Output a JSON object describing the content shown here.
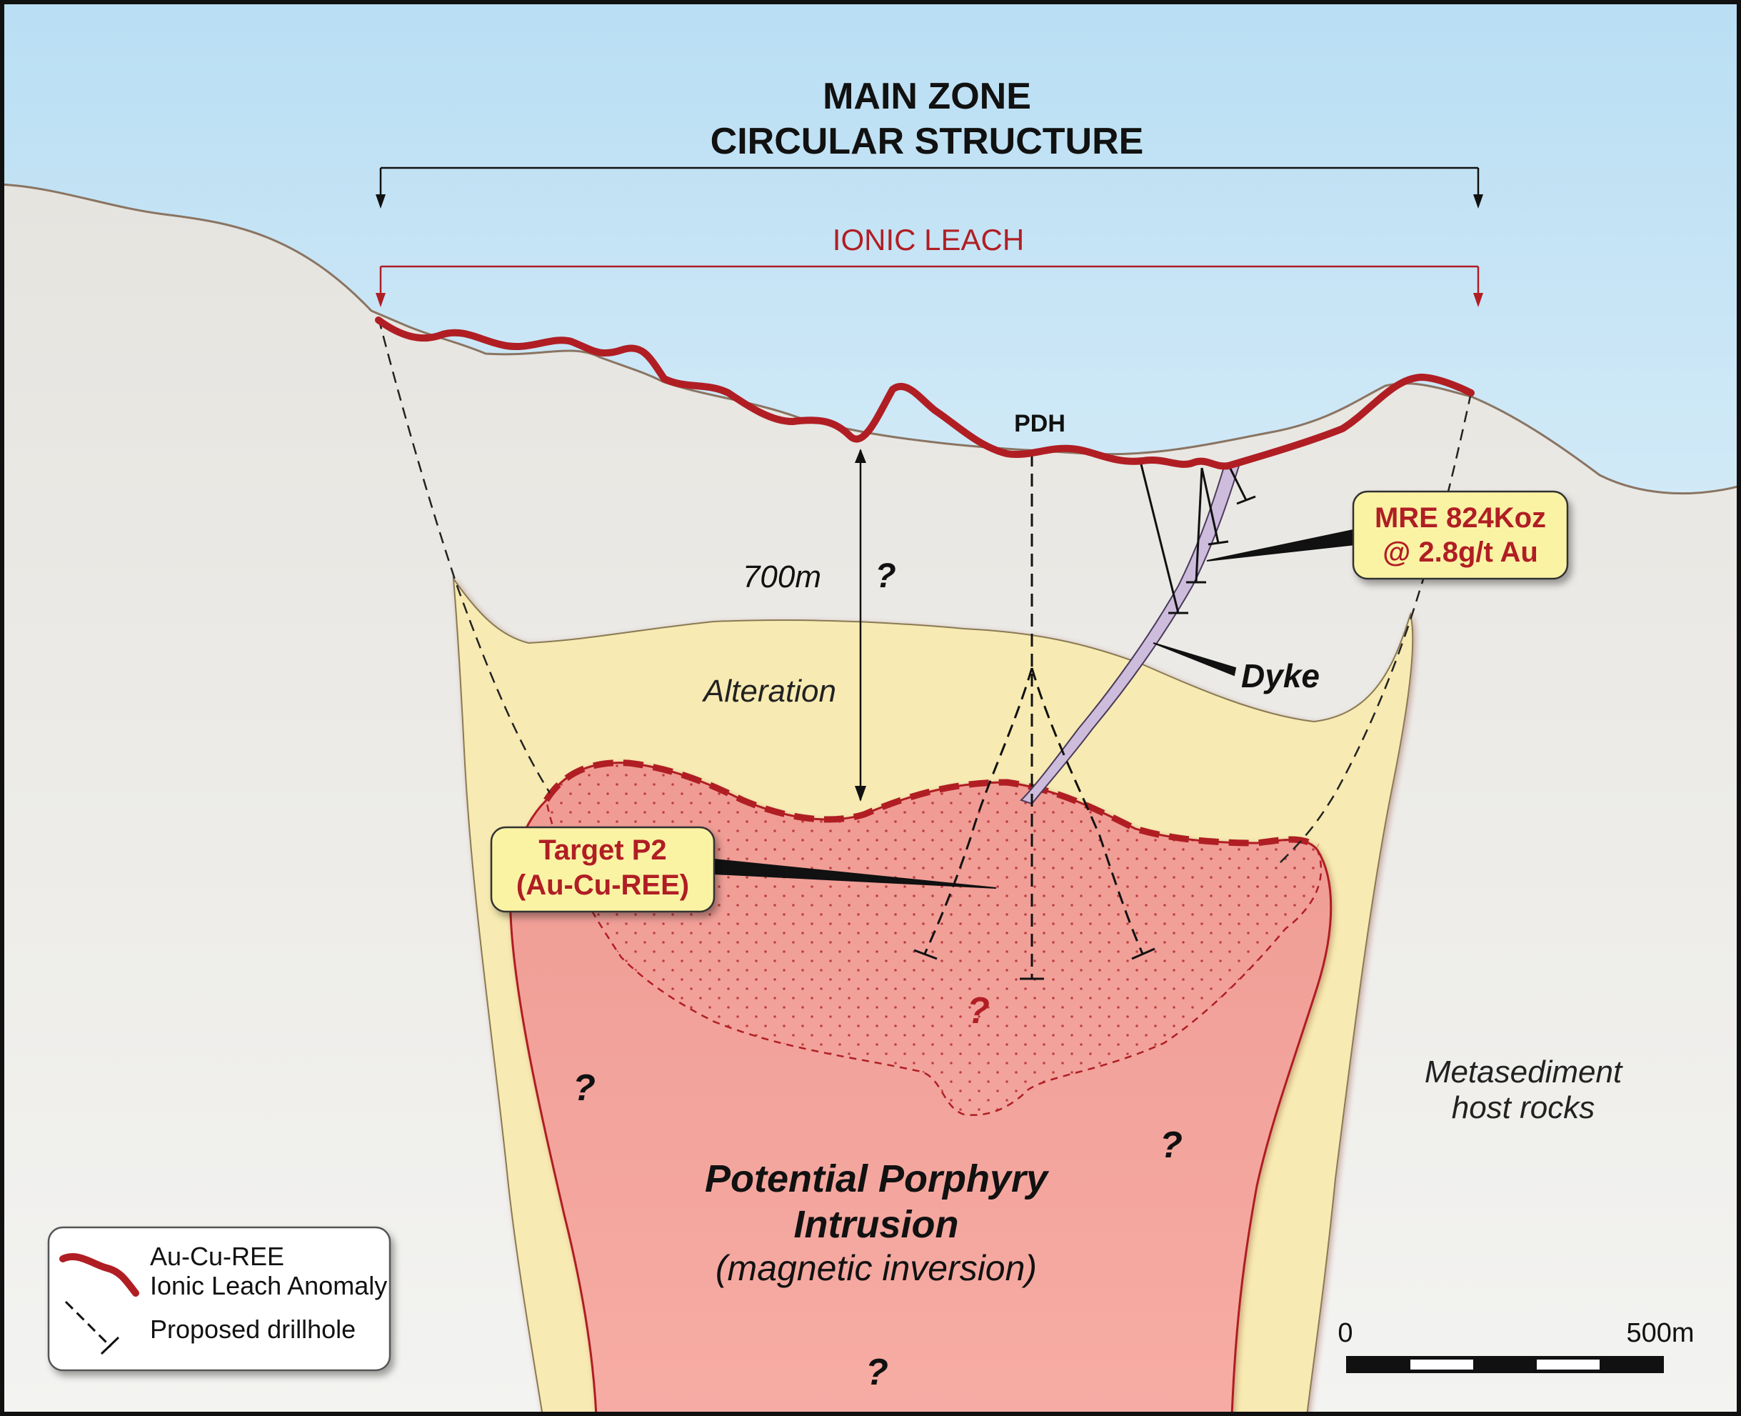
{
  "title": {
    "line1": "MAIN ZONE",
    "line2": "CIRCULAR STRUCTURE"
  },
  "ionic_leach_label": "IONIC LEACH",
  "pdh_label": "PDH",
  "depth_label": "700m",
  "question_mark": "?",
  "mre_callout": {
    "line1": "MRE 824Koz",
    "line2": "@ 2.8g/t Au"
  },
  "dyke_label": "Dyke",
  "alteration_label": "Alteration",
  "target_callout": {
    "line1": "Target P2",
    "line2": "(Au-Cu-REE)"
  },
  "host_rocks_label": {
    "line1": "Metasediment",
    "line2": "host rocks"
  },
  "intrusion_label": {
    "line1": "Potential Porphyry",
    "line2": "Intrusion",
    "line3": "(magnetic inversion)"
  },
  "legend": {
    "anomaly_line1": "Au-Cu-REE",
    "anomaly_line2": "Ionic Leach Anomaly",
    "drillhole": "Proposed drillhole"
  },
  "scale_bar": {
    "start": "0",
    "end": "500m"
  },
  "colors": {
    "sky_top": "#bfe0f4",
    "ground": "#ebeae6",
    "alteration": "#f7eab2",
    "intrusion": "#f2a29a",
    "anomaly": "#b01e24",
    "callout_fill": "#fbf3a4",
    "dyke": "#cdbcdc",
    "label_red": "#b01e24"
  }
}
